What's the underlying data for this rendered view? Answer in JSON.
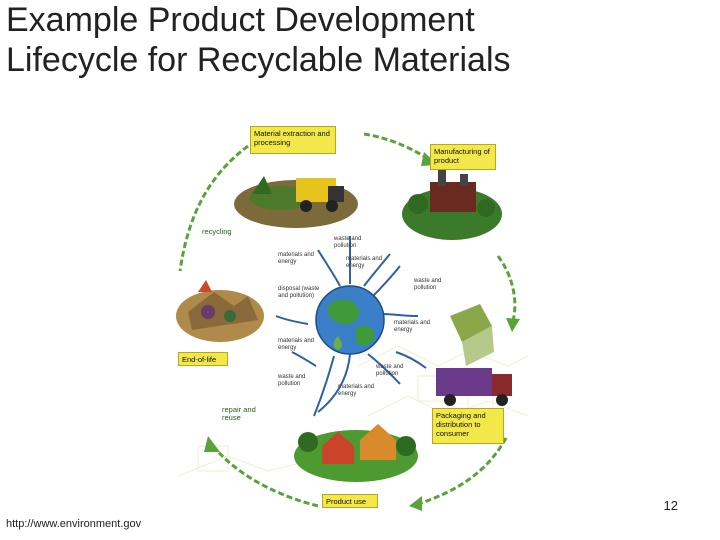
{
  "title": {
    "line1": "Example Product Development",
    "line2": "Lifecycle for Recyclable Materials"
  },
  "diagram": {
    "stages": {
      "material_extraction": "Material extraction and processing",
      "manufacturing": "Manufacturing of product",
      "packaging": "Packaging and distribution to consumer",
      "product_use": "Product use",
      "end_of_life": "End-of-life"
    },
    "transitions": {
      "recycling": "recycling",
      "repair_reuse": "repair and reuse"
    },
    "flows": {
      "top_waste": "waste and pollution",
      "top_left_materials": "materials and energy",
      "top_right_materials": "materials and energy",
      "right_waste": "waste and pollution",
      "right_materials": "materials and energy",
      "lower_right_waste": "waste and pollution",
      "lower_materials": "materials and energy",
      "lower_left_waste": "waste and pollution",
      "left_disposal": "disposal (waste and pollution)",
      "left_materials": "materials and energy"
    }
  },
  "footer": {
    "page_number": "12",
    "source_url": "http://www.environment.gov"
  }
}
